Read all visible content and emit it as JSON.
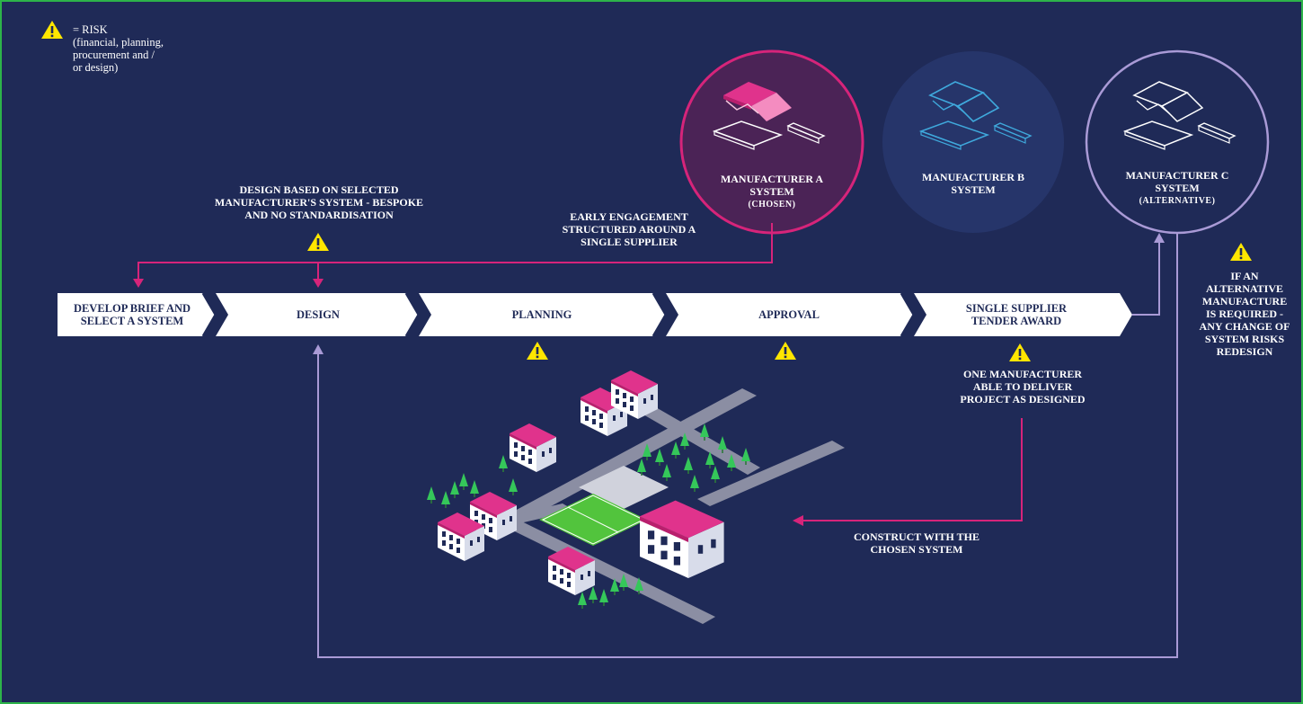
{
  "colors": {
    "background": "#1f2a57",
    "frame_green": "#2db34a",
    "magenta": "#d6247a",
    "cyan": "#3fa9dc",
    "lavender": "#a99ad6",
    "risk_yellow": "#ffe600",
    "process_bar": "#ffffff",
    "process_text": "#1f2a57"
  },
  "legend": {
    "symbol": "!",
    "text": "= RISK\n(financial, planning,\nprocurement and /\nor design)"
  },
  "process": {
    "steps": [
      {
        "label": "DEVELOP BRIEF AND\nSELECT A SYSTEM"
      },
      {
        "label": "DESIGN"
      },
      {
        "label": "PLANNING"
      },
      {
        "label": "APPROVAL"
      },
      {
        "label": "SINGLE SUPPLIER\nTENDER AWARD"
      }
    ]
  },
  "manufacturers": [
    {
      "name": "MANUFACTURER A\nSYSTEM",
      "note": "(CHOSEN)",
      "color": "#d6247a"
    },
    {
      "name": "MANUFACTURER B\nSYSTEM",
      "note": "",
      "color": "#3fa9dc"
    },
    {
      "name": "MANUFACTURER C\nSYSTEM",
      "note": "(ALTERNATIVE)",
      "color": "#a99ad6"
    }
  ],
  "annotations": {
    "design_based": "DESIGN BASED ON SELECTED\nMANUFACTURER'S SYSTEM - BESPOKE\nAND NO STANDARDISATION",
    "early_engagement": "EARLY ENGAGEMENT\nSTRUCTURED AROUND A\nSINGLE SUPPLIER",
    "one_manufacturer": "ONE MANUFACTURER\nABLE TO DELIVER\nPROJECT AS DESIGNED",
    "construct": "CONSTRUCT WITH THE\nCHOSEN SYSTEM",
    "alternative": "IF AN\nALTERNATIVE\nMANUFACTURE\nIS REQUIRED -\nANY CHANGE OF\nSYSTEM RISKS\nREDESIGN"
  }
}
